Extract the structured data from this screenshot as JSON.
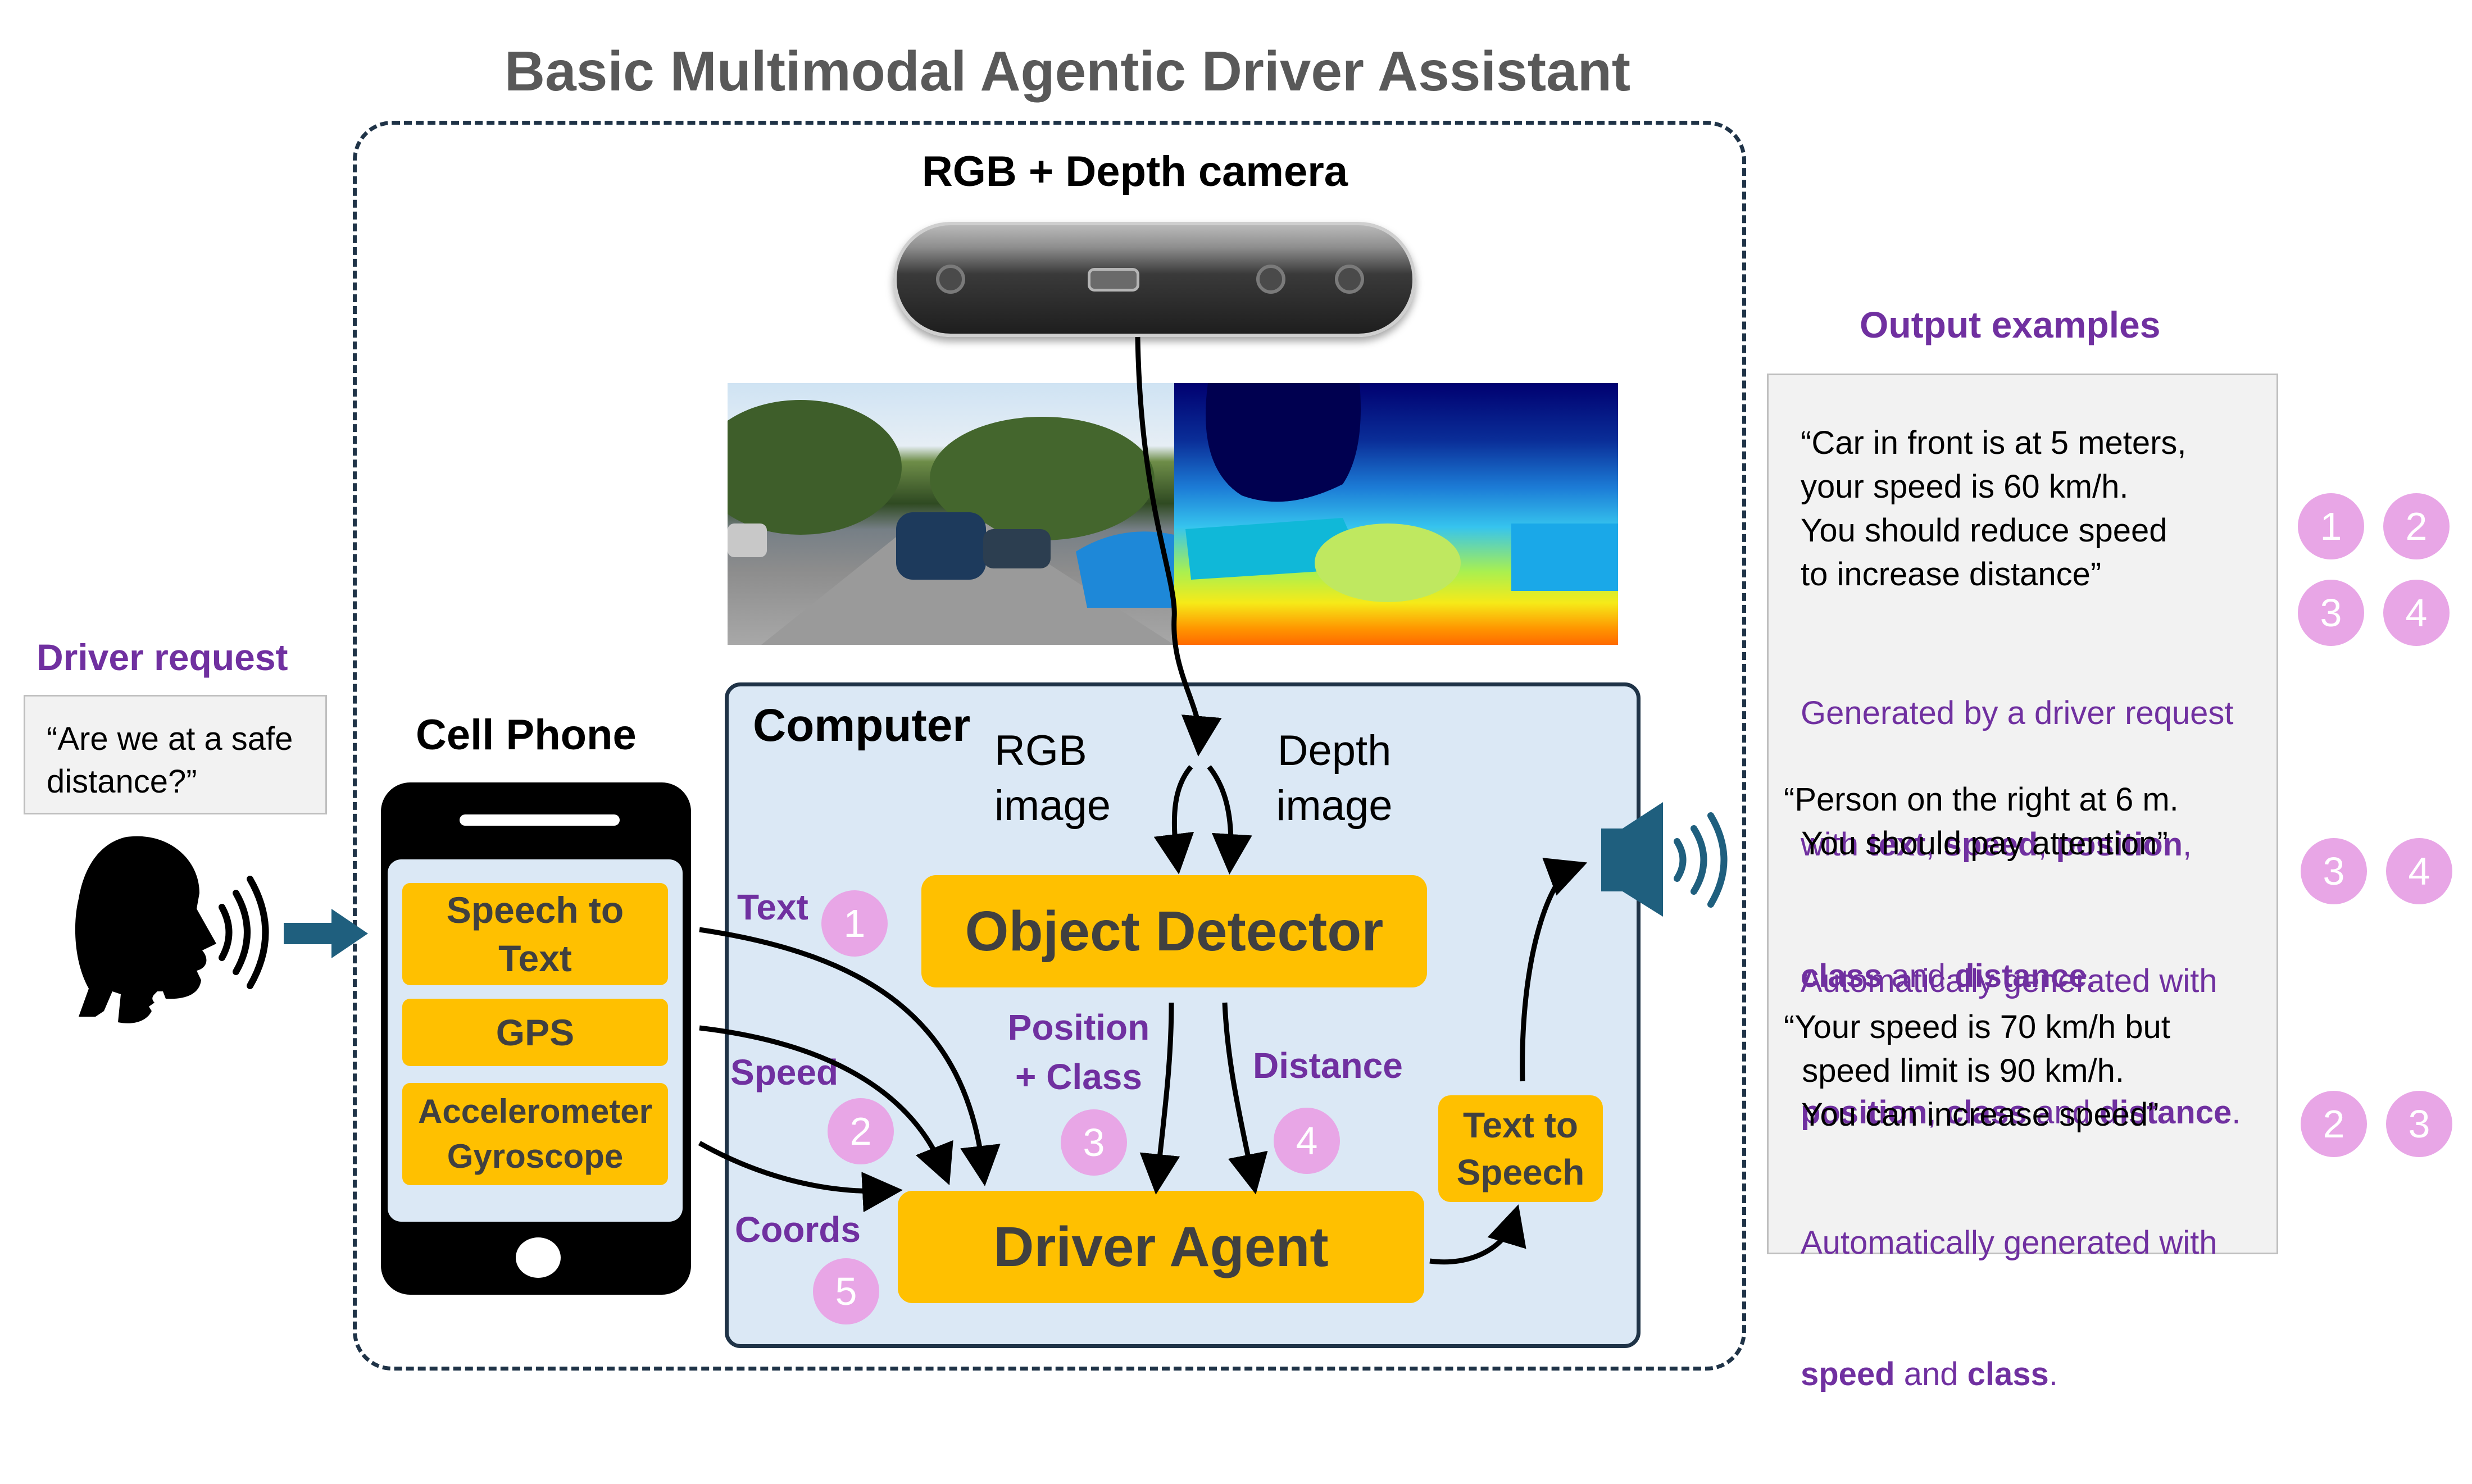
{
  "title": "Basic Multimodal Agentic Driver Assistant",
  "camera": {
    "label": "RGB + Depth camera"
  },
  "computer": {
    "label": "Computer",
    "rgb_line1": "RGB",
    "rgb_line2": "image",
    "depth_line1": "Depth",
    "depth_line2": "image",
    "object_detector": "Object Detector",
    "driver_agent": "Driver Agent",
    "text_to_speech_line1": "Text to",
    "text_to_speech_line2": "Speech",
    "position_line1": "Position",
    "position_line2": "+ Class",
    "distance": "Distance"
  },
  "phone": {
    "label": "Cell Phone",
    "stt_line1": "Speech to",
    "stt_line2": "Text",
    "gps": "GPS",
    "acc_line1": "Accelerometer",
    "acc_line2": "Gyroscope"
  },
  "inputs": {
    "text": "Text",
    "speed": "Speed",
    "coords": "Coords"
  },
  "numbers": {
    "n1": "1",
    "n2": "2",
    "n3": "3",
    "n4": "4",
    "n5": "5"
  },
  "driver_request": {
    "label": "Driver request",
    "line1": "“Are we at a safe",
    "line2": "distance?”"
  },
  "output": {
    "label": "Output examples",
    "ex1": {
      "quote": "“Car in front is at 5 meters,\nyour speed is 60 km/h.\nYou should reduce speed\nto increase distance”",
      "gen_prefix": "Generated by a driver request",
      "gen_with": "with ",
      "kw1": "text",
      "sep1": ", ",
      "kw2": "speed",
      "sep2": ", ",
      "kw3": "position",
      "sep3": ",",
      "kw4": "class",
      "and": " and ",
      "kw5": "distance",
      "end": "."
    },
    "ex2": {
      "quote": "“Person on the right at 6 m.\n  You should pay attention”",
      "gen_prefix": "Automatically generated with",
      "kw1": "position",
      "sep1": ", ",
      "kw2": "class",
      "and": " and ",
      "kw3": "distance",
      "end": "."
    },
    "ex3": {
      "quote": "“Your speed is 70 km/h but\n  speed limit is 90 km/h.\n  You can increase speed”",
      "gen_prefix": "Automatically generated with",
      "kw1": "speed",
      "and": " and ",
      "kw2": "class",
      "end": "."
    }
  }
}
